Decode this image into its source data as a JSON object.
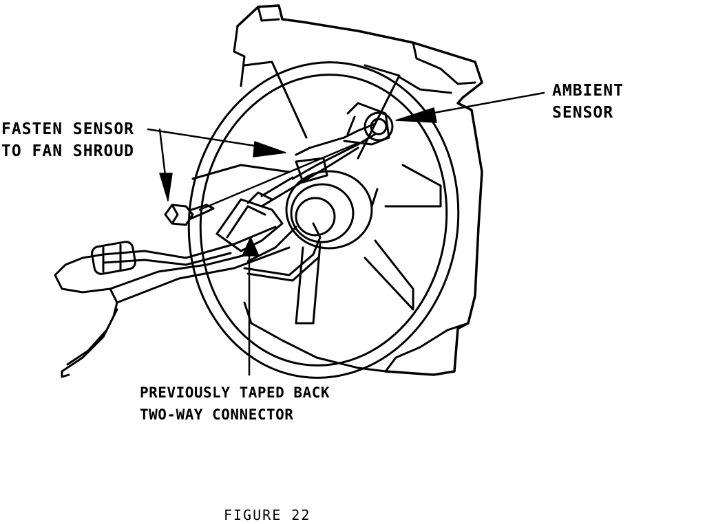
{
  "labels": {
    "fasten_sensor": [
      "FASTEN SENSOR",
      "TO FAN SHROUD"
    ],
    "ambient_sensor": [
      "AMBIENT",
      "SENSOR"
    ],
    "connector": [
      "PREVIOUSLY TAPED BACK",
      "TWO-WAY CONNECTOR"
    ]
  },
  "caption": "FIGURE 22",
  "colors": {
    "ink": "#000000",
    "paper": "#ffffff"
  }
}
